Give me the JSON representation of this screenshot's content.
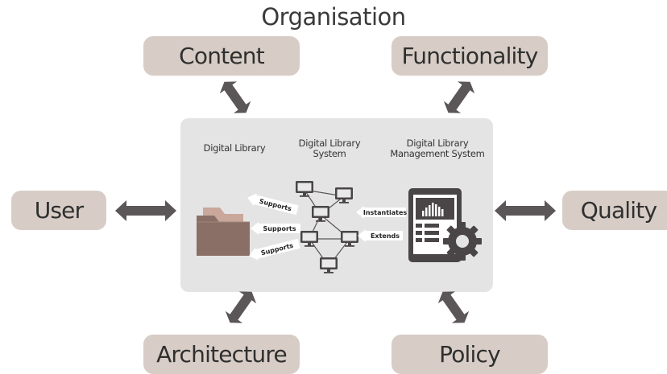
{
  "title": "Organisation",
  "nodes": {
    "content": "Content",
    "functionality": "Functionality",
    "user": "User",
    "quality": "Quality",
    "architecture": "Architecture",
    "policy": "Policy"
  },
  "center": {
    "digital_library": "Digital Library",
    "dls_line1": "Digital Library",
    "dls_line2": "System",
    "dlms_line1": "Digital Library",
    "dlms_line2": "Management System"
  },
  "relations": {
    "supports_1": "Supports",
    "supports_2": "Supports",
    "supports_3": "Supports",
    "instantiates": "Instantiates",
    "extends": "Extends"
  },
  "colors": {
    "pill": "#d7cdc6",
    "center_box": "#e4e4e4",
    "arrow": "#5b5657",
    "folder_back": "#c9a79b",
    "folder_front": "#8a6f66",
    "device": "#4a4647"
  }
}
